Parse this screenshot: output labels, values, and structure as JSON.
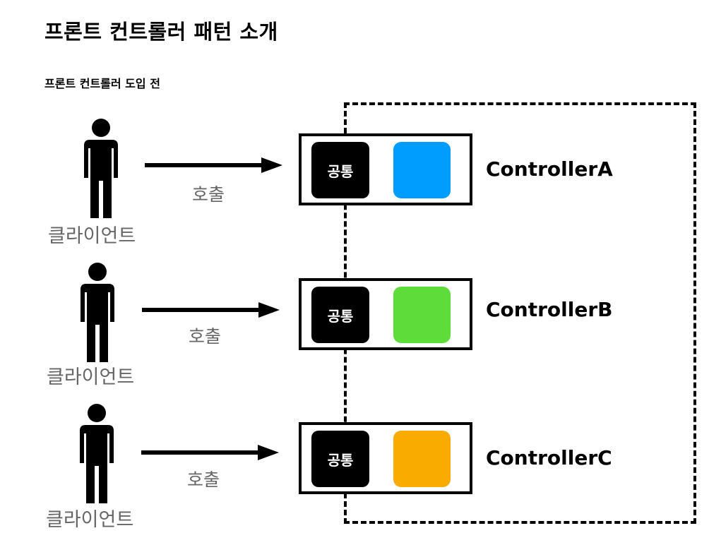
{
  "title": "프론트 컨트롤러 패턴 소개",
  "subtitle": "프론트 컨트롤러 도입 전",
  "rows": [
    {
      "client_label": "클라이언트",
      "call_label": "호출",
      "common_label": "공통",
      "controller_label": "ControllerA",
      "color": "#009dff"
    },
    {
      "client_label": "클라이언트",
      "call_label": "호출",
      "common_label": "공통",
      "controller_label": "ControllerB",
      "color": "#5ddc3a"
    },
    {
      "client_label": "클라이언트",
      "call_label": "호출",
      "common_label": "공통",
      "controller_label": "ControllerC",
      "color": "#f9ab00"
    }
  ]
}
